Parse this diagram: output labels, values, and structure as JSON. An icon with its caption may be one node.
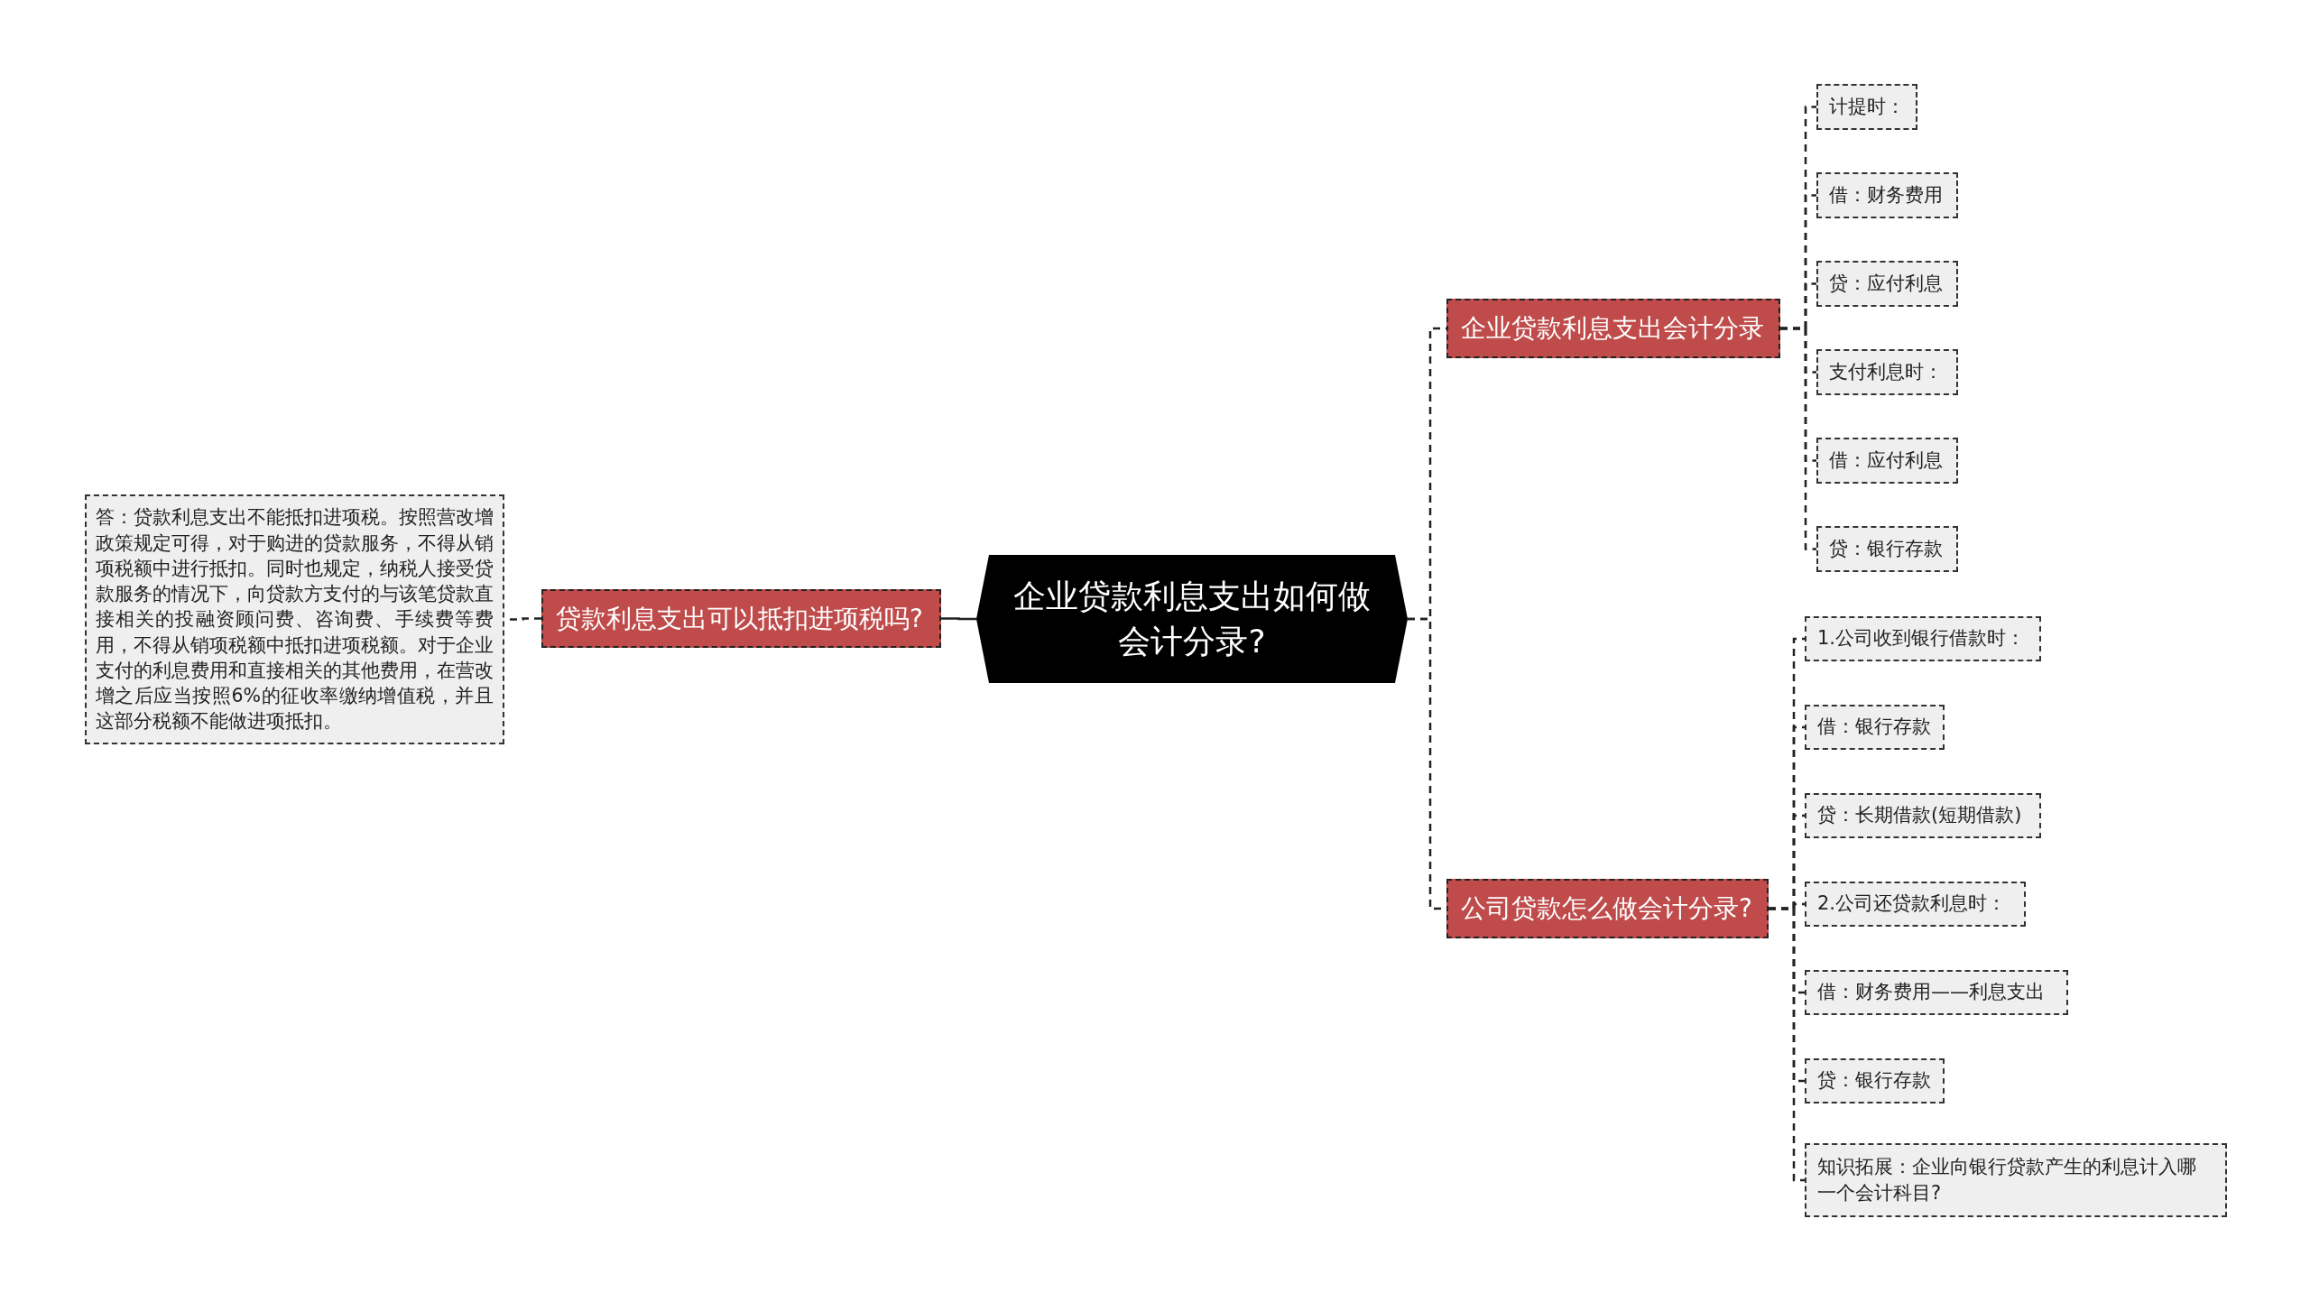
{
  "diagram": {
    "nodes": [
      {
        "text": [
          "企业贷款利息支出如何做会计分录?"
        ]
      },
      {
        "text": [
          "贷款利息支出可以抵扣进项税吗?"
        ]
      },
      {
        "text": [
          "答：贷款利息支出不能抵扣进项税。按照营改增政策规定可得，对于购进的贷款服务，不得从销项税额中进行抵扣。同时也规定，纳税人接受贷款服务的情况下，向贷款方支付的与该笔贷款直接相关的投融资顾问费、咨询费、手续费等费用，不得从销项税额中抵扣进项税额。对于企业支付的利息费用和直接相关的其他费用，在营改增之后应当按照6%的征收率缴纳增值税，并且这部分税额不能做进项抵扣。"
        ]
      },
      {
        "text": [
          "企业贷款利息支出会计分录"
        ]
      },
      {
        "text": [
          "公司贷款怎么做会计分录?"
        ]
      },
      {
        "text": [
          "计提时："
        ]
      },
      {
        "text": [
          "借：财务费用"
        ]
      },
      {
        "text": [
          "贷：应付利息"
        ]
      },
      {
        "text": [
          "支付利息时："
        ]
      },
      {
        "text": [
          "借：应付利息"
        ]
      },
      {
        "text": [
          "贷：银行存款"
        ]
      },
      {
        "text": [
          "1.公司收到银行借款时："
        ]
      },
      {
        "text": [
          "借：银行存款"
        ]
      },
      {
        "text": [
          "贷：长期借款(短期借款)"
        ]
      },
      {
        "text": [
          "2.公司还贷款利息时："
        ]
      },
      {
        "text": [
          "借：财务费用——利息支出"
        ]
      },
      {
        "text": [
          "贷：银行存款"
        ]
      },
      {
        "text": [
          "知识拓展：企业向银行贷款产生的利息计入哪一个会计科目?"
        ]
      }
    ],
    "edges": [
      {
        "from": 0,
        "to": 1,
        "arrow": "none"
      },
      {
        "from": 1,
        "to": 2,
        "arrow": "none",
        "style": "dashed"
      },
      {
        "from": 0,
        "to": 3,
        "arrow": "none",
        "style": "dashed"
      },
      {
        "from": 0,
        "to": 4,
        "arrow": "none",
        "style": "dashed"
      },
      {
        "from": 3,
        "to": 5,
        "arrow": "none",
        "style": "dashed"
      },
      {
        "from": 3,
        "to": 6,
        "arrow": "none",
        "style": "dashed"
      },
      {
        "from": 3,
        "to": 7,
        "arrow": "none",
        "style": "dashed"
      },
      {
        "from": 3,
        "to": 8,
        "arrow": "none",
        "style": "dashed"
      },
      {
        "from": 3,
        "to": 9,
        "arrow": "none",
        "style": "dashed"
      },
      {
        "from": 3,
        "to": 10,
        "arrow": "none",
        "style": "dashed"
      },
      {
        "from": 4,
        "to": 11,
        "arrow": "none",
        "style": "dashed"
      },
      {
        "from": 4,
        "to": 12,
        "arrow": "none",
        "style": "dashed"
      },
      {
        "from": 4,
        "to": 13,
        "arrow": "none",
        "style": "dashed"
      },
      {
        "from": 4,
        "to": 14,
        "arrow": "none",
        "style": "dashed"
      },
      {
        "from": 4,
        "to": 15,
        "arrow": "none",
        "style": "dashed"
      },
      {
        "from": 4,
        "to": 16,
        "arrow": "none",
        "style": "dashed"
      },
      {
        "from": 4,
        "to": 17,
        "arrow": "none",
        "style": "dashed"
      }
    ]
  }
}
